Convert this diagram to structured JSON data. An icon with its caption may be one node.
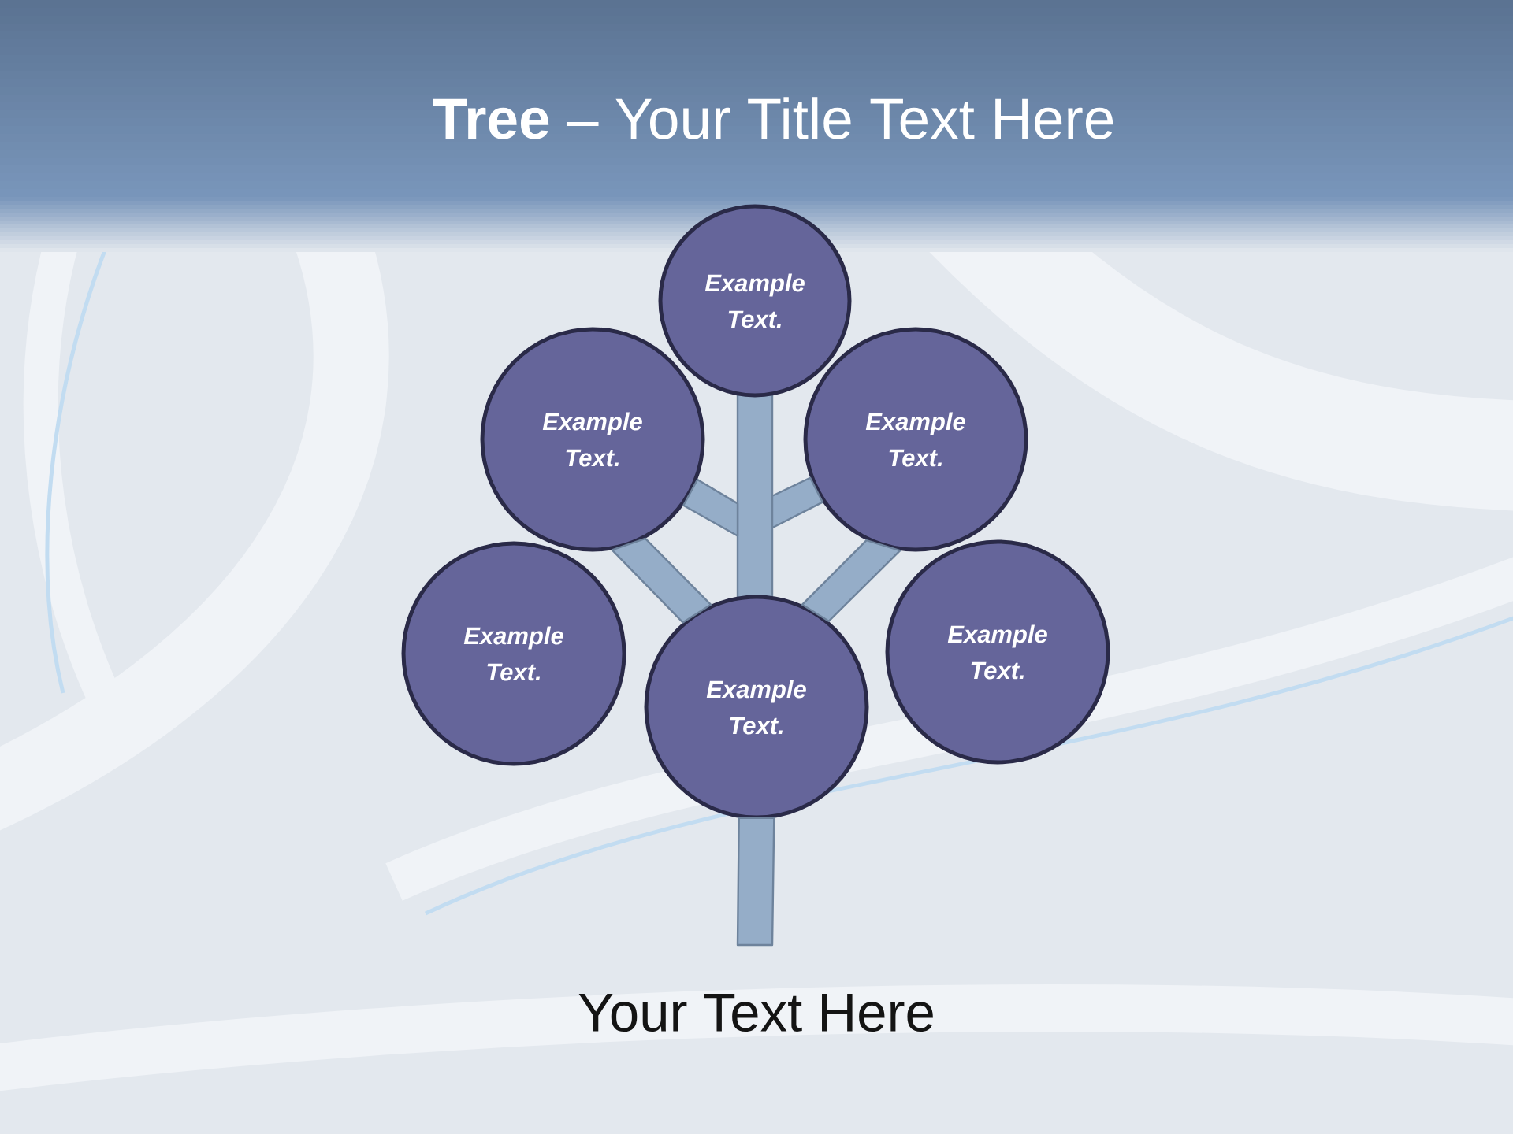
{
  "diagram": {
    "title": "**Tree** – Your Title Text Here",
    "caption": "Your Text Here",
    "nodes": [
      {
        "text": [
          "Example Text."
        ]
      },
      {
        "text": [
          "Example Text."
        ]
      },
      {
        "text": [
          "Example Text."
        ]
      },
      {
        "text": [
          "Example Text."
        ]
      },
      {
        "text": [
          "Example Text."
        ]
      },
      {
        "text": [
          "Example Text."
        ]
      },
      {
        "text": [],
        "shape": "bar"
      }
    ],
    "edges": [
      {
        "from": 6,
        "to": 1,
        "arrow": "none"
      },
      {
        "from": 6,
        "to": 2,
        "arrow": "none"
      },
      {
        "from": 4,
        "to": 1,
        "arrow": "none"
      },
      {
        "from": 4,
        "to": 2,
        "arrow": "none"
      },
      {
        "from": 4,
        "to": null,
        "arrow": "none"
      }
    ]
  }
}
